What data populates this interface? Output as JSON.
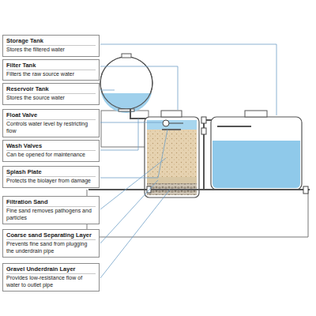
{
  "diagram": {
    "nodes": [
      {
        "text": [
          "Storage Tank",
          "Stores the filtered water"
        ]
      },
      {
        "text": [
          "Filter Tank",
          "Filters the raw source water"
        ]
      },
      {
        "text": [
          "Reservoir Tank",
          "Stores the source water"
        ]
      },
      {
        "text": [
          "Float Valve",
          "Controls water level by restricting flow"
        ]
      },
      {
        "text": [
          "Wash Valves",
          "Can be opened for maintenance"
        ]
      },
      {
        "text": [
          "Splash Plate",
          "Protects the biolayer from damage"
        ]
      },
      {
        "text": [
          "Filtration Sand",
          "Fine sand removes pathogens and particles"
        ]
      },
      {
        "text": [
          "Coarse sand Separating Layer",
          "Prevents fine sand from plugging the underdrain pipe"
        ]
      },
      {
        "text": [
          "Gravel Underdrain Layer",
          "Provides low-resistance flow of water to outlet pipe"
        ]
      }
    ]
  }
}
